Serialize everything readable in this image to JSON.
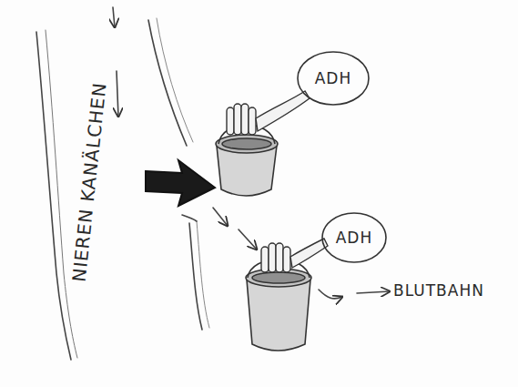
{
  "diagram": {
    "nodes": [
      {
        "text": [
          "ADH"
        ]
      },
      {
        "text": [
          "ADH"
        ]
      }
    ],
    "labels": [
      "NIEREN KANÄLCHEN",
      "BLUTBAHN"
    ]
  }
}
